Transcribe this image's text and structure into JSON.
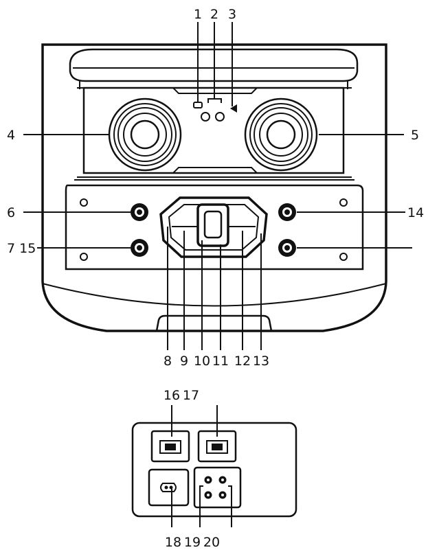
{
  "callouts": {
    "c1": "1",
    "c2": "2",
    "c3": "3",
    "c4": "4",
    "c5": "5",
    "c6": "6",
    "c7_15": "7 15",
    "c8": "8",
    "c9": "9",
    "c10": "10",
    "c11": "11",
    "c12": "12",
    "c13": "13",
    "c14": "14",
    "c16": "16",
    "c17": "17",
    "c18": "18",
    "c19": "19",
    "c20": "20"
  }
}
